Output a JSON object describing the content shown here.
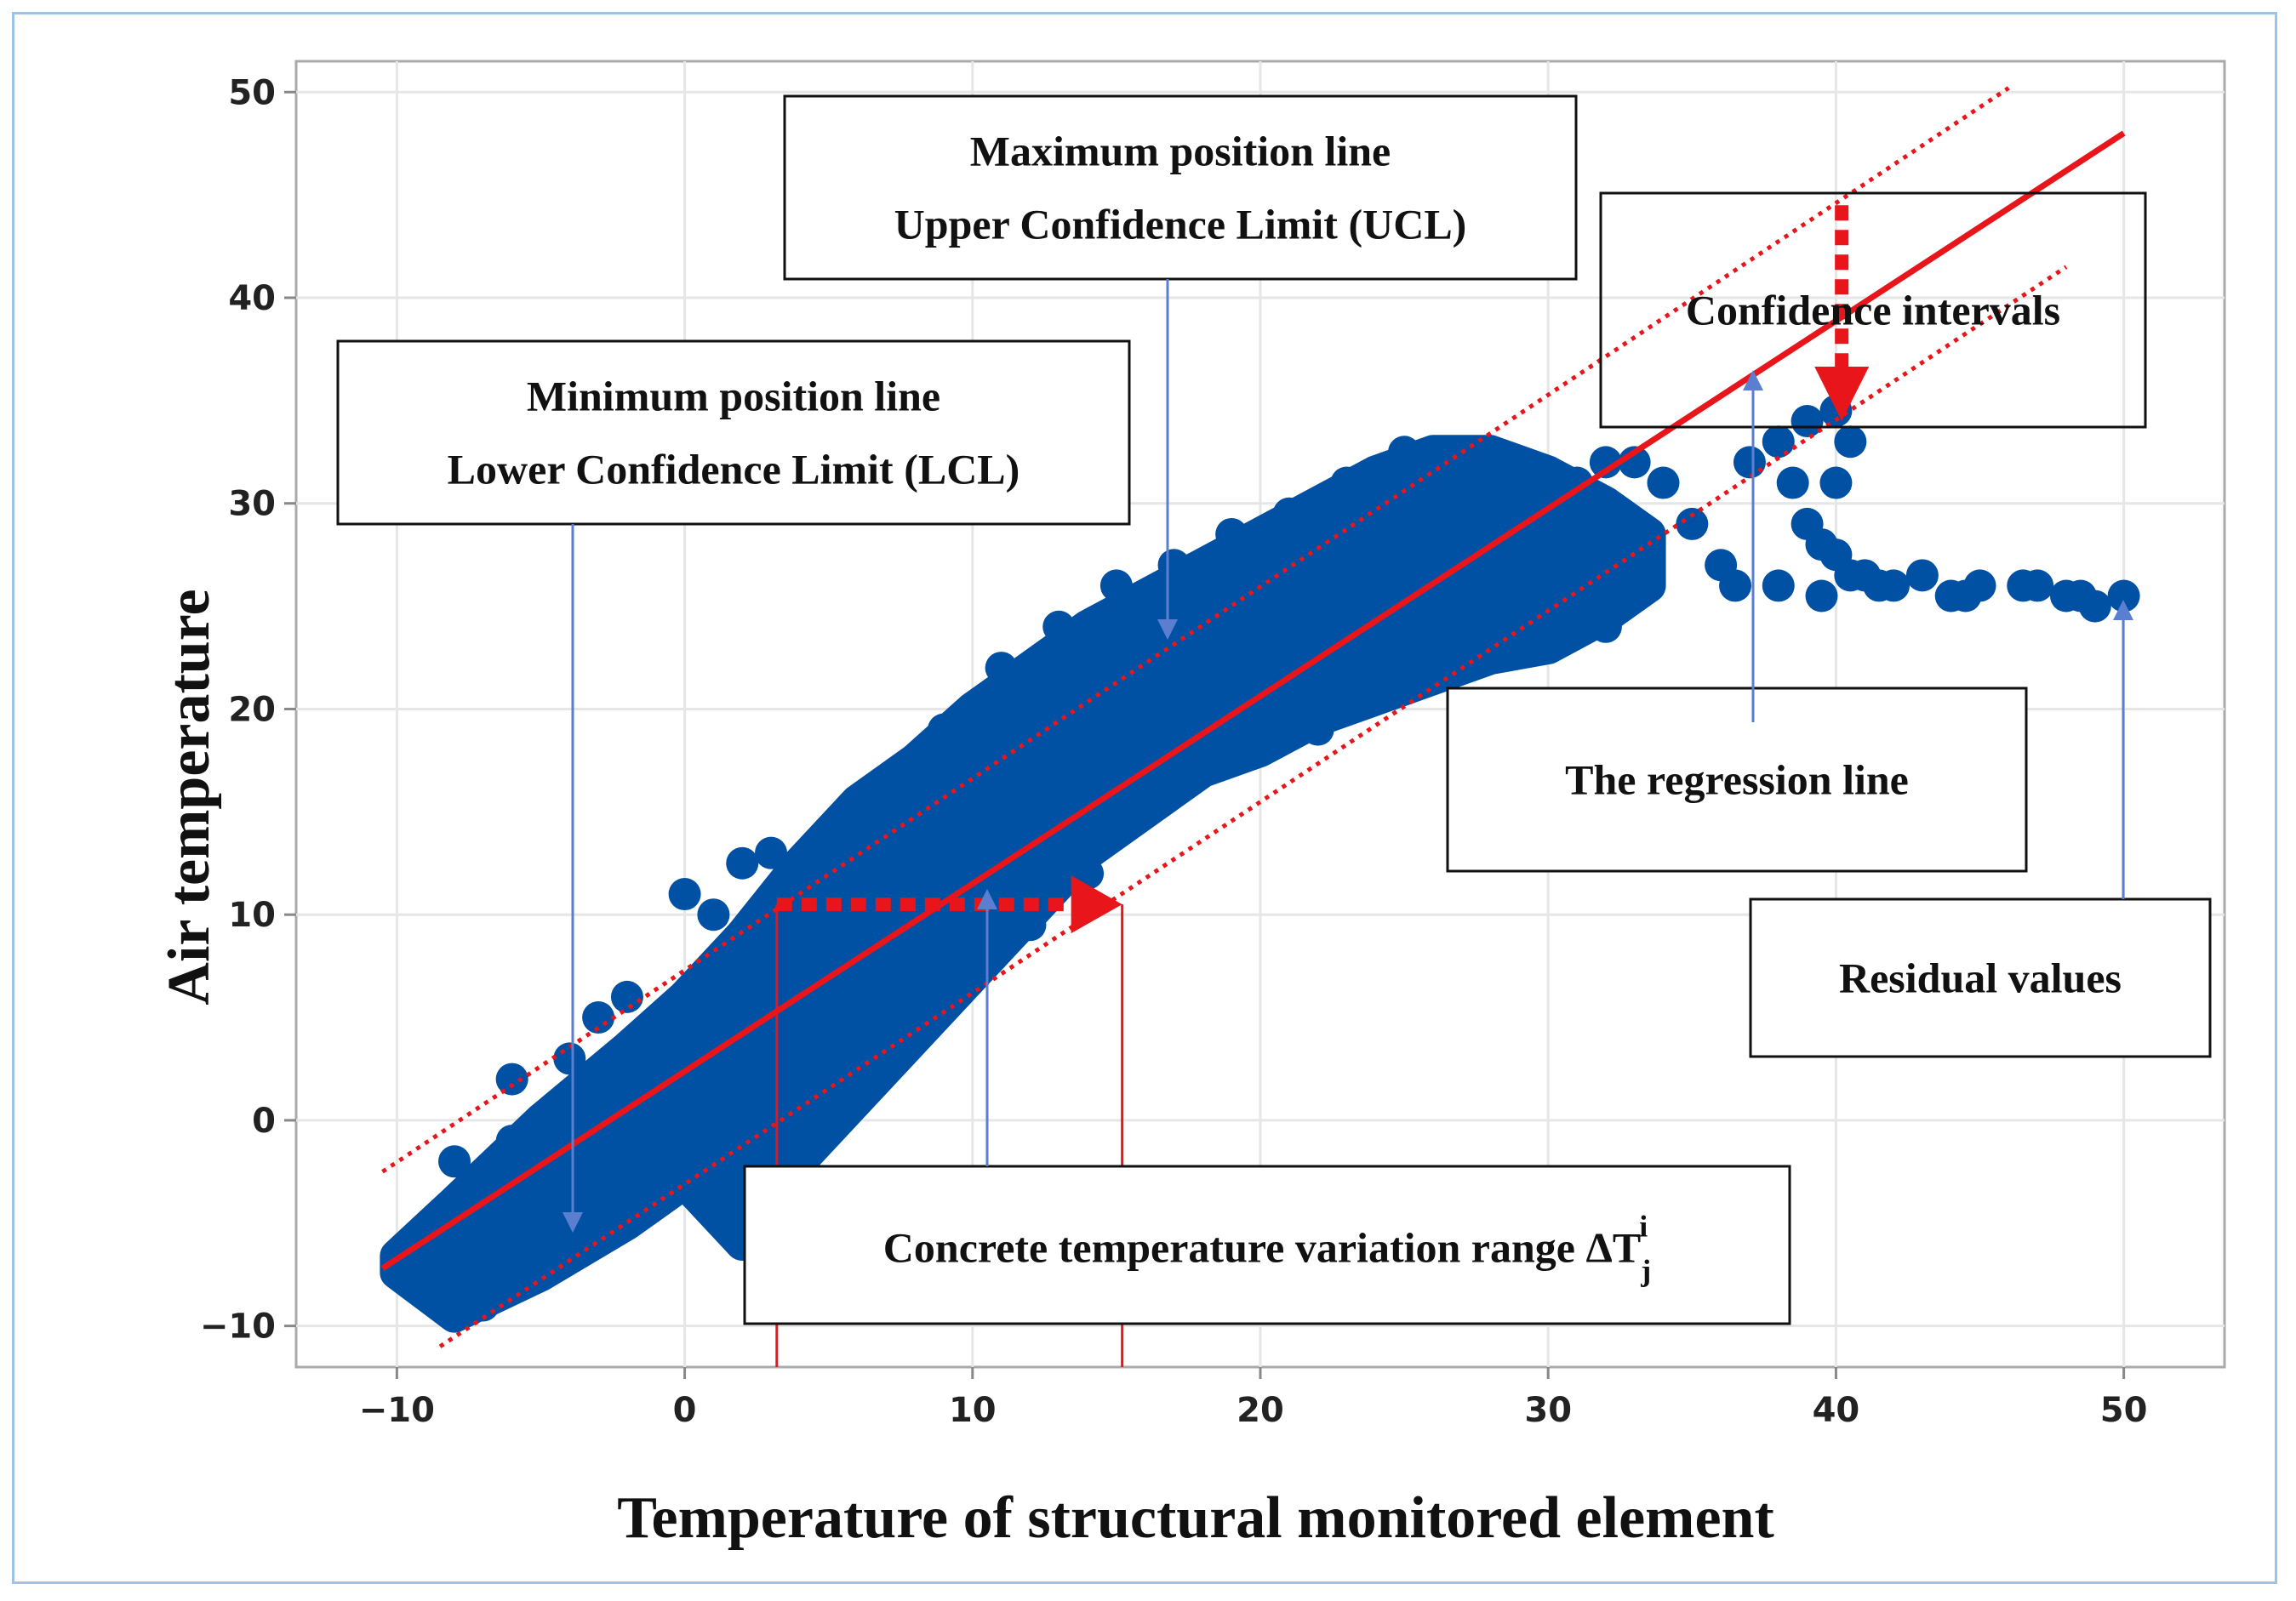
{
  "chart_data": {
    "type": "scatter",
    "title": "",
    "xlabel": "Temperature of structural monitored element",
    "ylabel": "Air temperature",
    "xlim": [
      -13.5,
      53.5
    ],
    "ylim": [
      -12,
      51.5
    ],
    "x_ticks": [
      -10,
      0,
      10,
      20,
      30,
      40,
      50
    ],
    "y_ticks": [
      -10,
      0,
      10,
      20,
      30,
      40,
      50
    ],
    "grid": true,
    "point_color": "#0050a4",
    "line_color": "#e8151b",
    "regression": {
      "x": [
        -10.5,
        50
      ],
      "y": [
        -7.2,
        48
      ]
    },
    "ucl": {
      "x": [
        -10.5,
        46
      ],
      "y": [
        -2.5,
        50.2
      ]
    },
    "lcl": {
      "x": [
        -8.5,
        48
      ],
      "y": [
        -11,
        41.5
      ]
    },
    "band": {
      "upper": [
        [
          -10,
          -6.6
        ],
        [
          -8,
          -4
        ],
        [
          -5,
          0
        ],
        [
          -2,
          3.5
        ],
        [
          0,
          6
        ],
        [
          2,
          9
        ],
        [
          4,
          12.5
        ],
        [
          6,
          15.5
        ],
        [
          8,
          17.5
        ],
        [
          10,
          20
        ],
        [
          12,
          22
        ],
        [
          14,
          24
        ],
        [
          16,
          25.5
        ],
        [
          18,
          27
        ],
        [
          20,
          28.5
        ],
        [
          22,
          30
        ],
        [
          24,
          31.5
        ],
        [
          26,
          32.5
        ],
        [
          28,
          32.5
        ],
        [
          30,
          31.5
        ],
        [
          32,
          30
        ],
        [
          33.5,
          28.5
        ]
      ],
      "lower": [
        [
          -10,
          -7.4
        ],
        [
          -8,
          -9.5
        ],
        [
          -5,
          -7.5
        ],
        [
          -2,
          -5
        ],
        [
          0,
          -3
        ],
        [
          2,
          -6
        ],
        [
          4,
          -2
        ],
        [
          6,
          1
        ],
        [
          8,
          4
        ],
        [
          10,
          7
        ],
        [
          12,
          10
        ],
        [
          14,
          13
        ],
        [
          16,
          15
        ],
        [
          18,
          17
        ],
        [
          20,
          18
        ],
        [
          22,
          19.5
        ],
        [
          24,
          20.5
        ],
        [
          26,
          21.5
        ],
        [
          28,
          22.5
        ],
        [
          30,
          23
        ],
        [
          32,
          24.5
        ],
        [
          33.5,
          26
        ]
      ]
    },
    "points": [
      [
        -9.5,
        -7
      ],
      [
        -9,
        -7.5
      ],
      [
        -8,
        -8.5
      ],
      [
        -8,
        -2
      ],
      [
        -6,
        -1
      ],
      [
        -6,
        2
      ],
      [
        -4,
        3
      ],
      [
        -3,
        5
      ],
      [
        -2,
        6
      ],
      [
        0,
        11
      ],
      [
        1,
        10
      ],
      [
        2,
        12.5
      ],
      [
        3,
        13
      ],
      [
        3,
        -4
      ],
      [
        2,
        -6
      ],
      [
        5,
        14
      ],
      [
        7,
        16.5
      ],
      [
        9,
        19
      ],
      [
        11,
        22
      ],
      [
        13,
        24
      ],
      [
        15,
        26
      ],
      [
        17,
        27
      ],
      [
        19,
        28.5
      ],
      [
        21,
        29.5
      ],
      [
        23,
        31
      ],
      [
        25,
        32.5
      ],
      [
        27,
        32.5
      ],
      [
        29,
        32
      ],
      [
        31,
        31
      ],
      [
        32,
        32
      ],
      [
        33,
        32
      ],
      [
        34,
        31
      ],
      [
        35,
        29
      ],
      [
        36,
        27
      ],
      [
        36.5,
        26
      ],
      [
        37,
        32
      ],
      [
        38,
        33
      ],
      [
        38.5,
        31
      ],
      [
        39,
        29
      ],
      [
        39.5,
        28
      ],
      [
        40,
        27.5
      ],
      [
        40.5,
        26.5
      ],
      [
        41,
        26.5
      ],
      [
        41.5,
        26
      ],
      [
        42,
        26
      ],
      [
        43,
        26.5
      ],
      [
        44,
        25.5
      ],
      [
        44.5,
        25.5
      ],
      [
        45,
        26
      ],
      [
        46.5,
        26
      ],
      [
        47,
        26
      ],
      [
        48,
        25.5
      ],
      [
        48.5,
        25.5
      ],
      [
        49,
        25
      ],
      [
        50,
        25.5
      ],
      [
        39,
        34
      ],
      [
        40,
        34.5
      ],
      [
        40.5,
        33
      ],
      [
        40,
        31
      ],
      [
        38,
        26
      ],
      [
        39.5,
        25.5
      ],
      [
        26,
        22
      ],
      [
        28,
        23
      ],
      [
        30,
        23.5
      ],
      [
        32,
        24
      ],
      [
        12,
        9.5
      ],
      [
        14,
        12
      ],
      [
        8,
        4
      ],
      [
        6,
        1
      ],
      [
        2,
        -2
      ],
      [
        4,
        -5
      ],
      [
        4,
        -7
      ],
      [
        -7,
        -9
      ],
      [
        -5,
        -5.5
      ],
      [
        -3,
        -4.5
      ],
      [
        24,
        20.5
      ],
      [
        22,
        19
      ],
      [
        20,
        18
      ],
      [
        18,
        17
      ],
      [
        16,
        15
      ]
    ],
    "annotations": [
      {
        "id": "max",
        "lines": [
          "Maximum position line",
          "Upper Confidence Limit (UCL)"
        ]
      },
      {
        "id": "min",
        "lines": [
          "Minimum position line",
          "Lower Confidence Limit (LCL)"
        ]
      },
      {
        "id": "ci",
        "lines": [
          "Confidence intervals"
        ]
      },
      {
        "id": "reg",
        "lines": [
          "The regression line"
        ]
      },
      {
        "id": "res",
        "lines": [
          "Residual values"
        ]
      },
      {
        "id": "range",
        "text": "Concrete temperature variation range ΔT",
        "sub": "j",
        "sup": "i"
      }
    ],
    "range_markers": {
      "x": [
        3.2,
        15.2
      ],
      "y": 10.5
    },
    "ci_arrow": {
      "x": 40.2,
      "y_from": 44.5,
      "y_to": 34
    }
  }
}
